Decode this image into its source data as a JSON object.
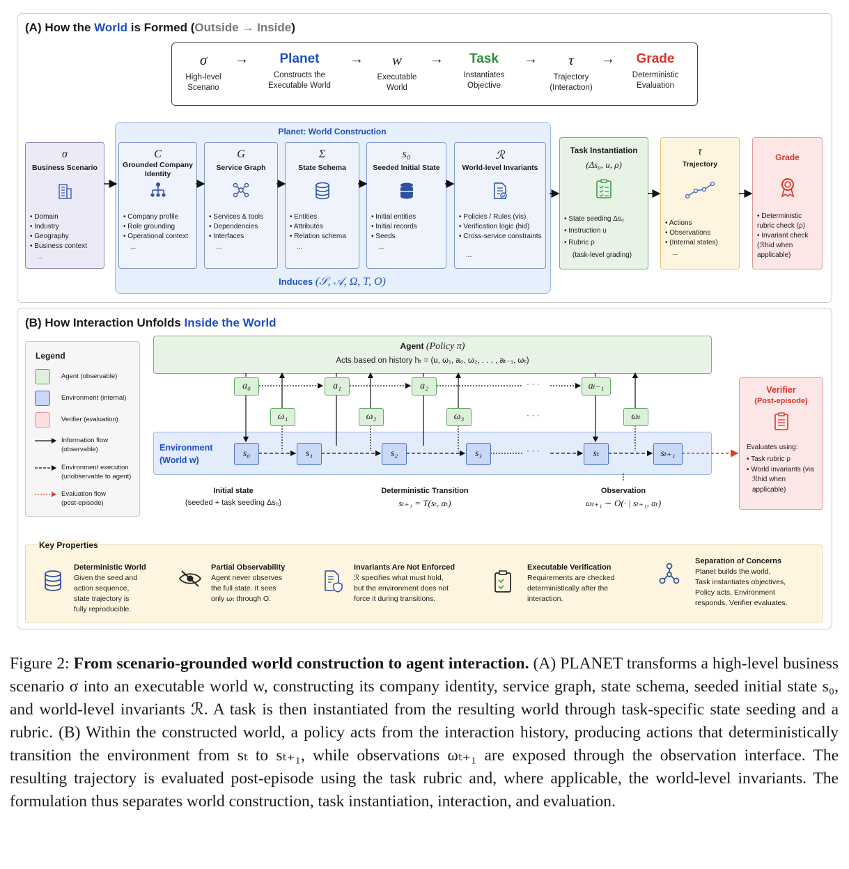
{
  "panelA": {
    "title_prefix": "(A) How the ",
    "title_world": "World",
    "title_mid": " is Formed (",
    "title_paren": "Outside → Inside",
    "title_end": ")",
    "flow": [
      {
        "sym": "σ",
        "sub": "High-level\nScenario"
      },
      {
        "sym": "Planet",
        "sub": "Constructs the\nExecutable World",
        "color": "#1f4fbf"
      },
      {
        "sym": "w",
        "sub": "Executable\nWorld"
      },
      {
        "sym": "Task",
        "sub": "Instantiates\nObjective",
        "color": "#2e8b3a"
      },
      {
        "sym": "τ",
        "sub": "Trajectory\n(Interaction)"
      },
      {
        "sym": "Grade",
        "sub": "Deterministic\nEvaluation",
        "color": "#d8332a"
      }
    ],
    "flow_arrow": "→",
    "planet_label": "Planet: World Construction",
    "induces_label": "Induces",
    "induces_math": "(𝒮, 𝒜, Ω, T, O)",
    "business": {
      "sym": "σ",
      "title": "Business Scenario",
      "items": [
        "Domain",
        "Industry",
        "Geography",
        "Business context"
      ],
      "dots": "..."
    },
    "cards": [
      {
        "sym": "C",
        "title": "Grounded Company Identity",
        "items": [
          "Company profile",
          "Role grounding",
          "Operational context"
        ],
        "dots": "...",
        "icon": "org-chart-icon"
      },
      {
        "sym": "G",
        "title": "Service Graph",
        "items": [
          "Services & tools",
          "Dependencies",
          "Interfaces"
        ],
        "dots": "...",
        "icon": "graph-icon"
      },
      {
        "sym": "Σ",
        "title": "State Schema",
        "items": [
          "Entities",
          "Attributes",
          "Relation schema"
        ],
        "dots": "...",
        "icon": "database-icon"
      },
      {
        "sym": "s₀",
        "title": "Seeded Initial State",
        "items": [
          "Initial entities",
          "Initial records",
          "Seeds"
        ],
        "dots": "...",
        "icon": "database-filled-icon"
      },
      {
        "sym": "ℛ",
        "title": "World-level Invariants",
        "items": [
          "Policies / Rules (vis)",
          "Verification logic (hid)",
          "Cross-service constraints"
        ],
        "dots": "...",
        "icon": "document-check-icon"
      }
    ],
    "task": {
      "title": "Task Instantiation",
      "math": "(Δs₀, u, ρ)",
      "items": [
        "State seeding Δs₀",
        "Instruction u",
        "Rubric ρ"
      ],
      "note": "(task-level grading)"
    },
    "trajectory": {
      "sym": "τ",
      "title": "Trajectory",
      "items": [
        "Actions",
        "Observations",
        "(Internal states)"
      ],
      "dots": "..."
    },
    "grade": {
      "title": "Grade",
      "items": [
        "Deterministic rubric check (ρ)",
        "Invariant check (ℛhid when applicable)"
      ]
    }
  },
  "panelB": {
    "title_prefix": "(B) How Interaction Unfolds ",
    "title_blue": "Inside the World",
    "legend": {
      "title": "Legend",
      "rows": [
        {
          "label": "Agent (observable)",
          "color": "#dcf0da",
          "border": "#68a668"
        },
        {
          "label": "Environment (internal)",
          "color": "#c9d8f6",
          "border": "#4c6fc1"
        },
        {
          "label": "Verifier (evaluation)",
          "color": "#fbe0df",
          "border": "#d99a98"
        },
        {
          "label": "Information flow\n(observable)"
        },
        {
          "label": "Environment execution\n(unobservable to agent)"
        },
        {
          "label": "Evaluation flow\n(post-episode)"
        }
      ]
    },
    "agent": {
      "title": "Agent",
      "policy": "(Policy π)",
      "history": "Acts based on history hₜ = (u, ω₁, a₀, ω₂, . . . , aₜ₋₁, ωₜ)"
    },
    "actions": [
      "a₀",
      "a₁",
      "a₂",
      "aₜ₋₁"
    ],
    "observations": [
      "ω₁",
      "ω₂",
      "ω₃",
      "ωₜ"
    ],
    "states": [
      "s₀",
      "s₁",
      "s₂",
      "s₃",
      "sₜ",
      "sₜ₊₁"
    ],
    "ellipsis": "· · ·",
    "env_label": "Environment\n(World w)",
    "initial": {
      "title": "Initial state",
      "sub": "(seeded + task seeding Δs₀)"
    },
    "transition": {
      "title": "Deterministic Transition",
      "sub": "sₜ₊₁ = T(sₜ, aₜ)"
    },
    "observation": {
      "title": "Observation",
      "sub": "ωₜ₊₁ ∼ O(· | sₜ₊₁, aₜ)"
    },
    "verifier": {
      "title": "Verifier",
      "sub": "(Post-episode)",
      "evaluates": "Evaluates using:",
      "items": [
        "Task rubric ρ",
        "World invariants (via ℛhid when applicable)"
      ]
    },
    "key_properties": {
      "title": "Key Properties",
      "items": [
        {
          "title": "Deterministic World",
          "text": "Given the seed and\naction sequence,\nstate trajectory is\nfully reproducible.",
          "icon": "database-icon"
        },
        {
          "title": "Partial Observability",
          "text": "Agent never observes\nthe full state. It sees\nonly ωₜ through O.",
          "icon": "eye-off-icon"
        },
        {
          "title": "Invariants Are Not Enforced",
          "text": "ℛ specifies what must hold,\nbut the environment does not\nforce it during transitions.",
          "icon": "shield-document-icon"
        },
        {
          "title": "Executable Verification",
          "text": "Requirements are checked\ndeterministically after the\ninteraction.",
          "icon": "clipboard-check-icon"
        },
        {
          "title": "Separation of Concerns",
          "text": "Planet builds the world,\nTask instantiates objectives,\nPolicy acts, Environment\nresponds, Verifier evaluates.",
          "icon": "hierarchy-icon"
        }
      ]
    }
  },
  "caption": {
    "label": "Figure 2: ",
    "bold": "From scenario-grounded world construction to agent interaction.",
    "text": " (A) PLANET transforms a high-level business scenario σ into an executable world w, constructing its company identity, service graph, state schema, seeded initial state s₀, and world-level invariants ℛ. A task is then instantiated from the resulting world through task-specific state seeding and a rubric. (B) Within the constructed world, a policy acts from the interaction history, producing actions that deterministically transition the environment from sₜ to sₜ₊₁, while observations ωₜ₊₁ are exposed through the observation interface. The resulting trajectory is evaluated post-episode using the task rubric and, where applicable, the world-level invariants. The formulation thus separates world construction, task instantiation, interaction, and evaluation."
  }
}
